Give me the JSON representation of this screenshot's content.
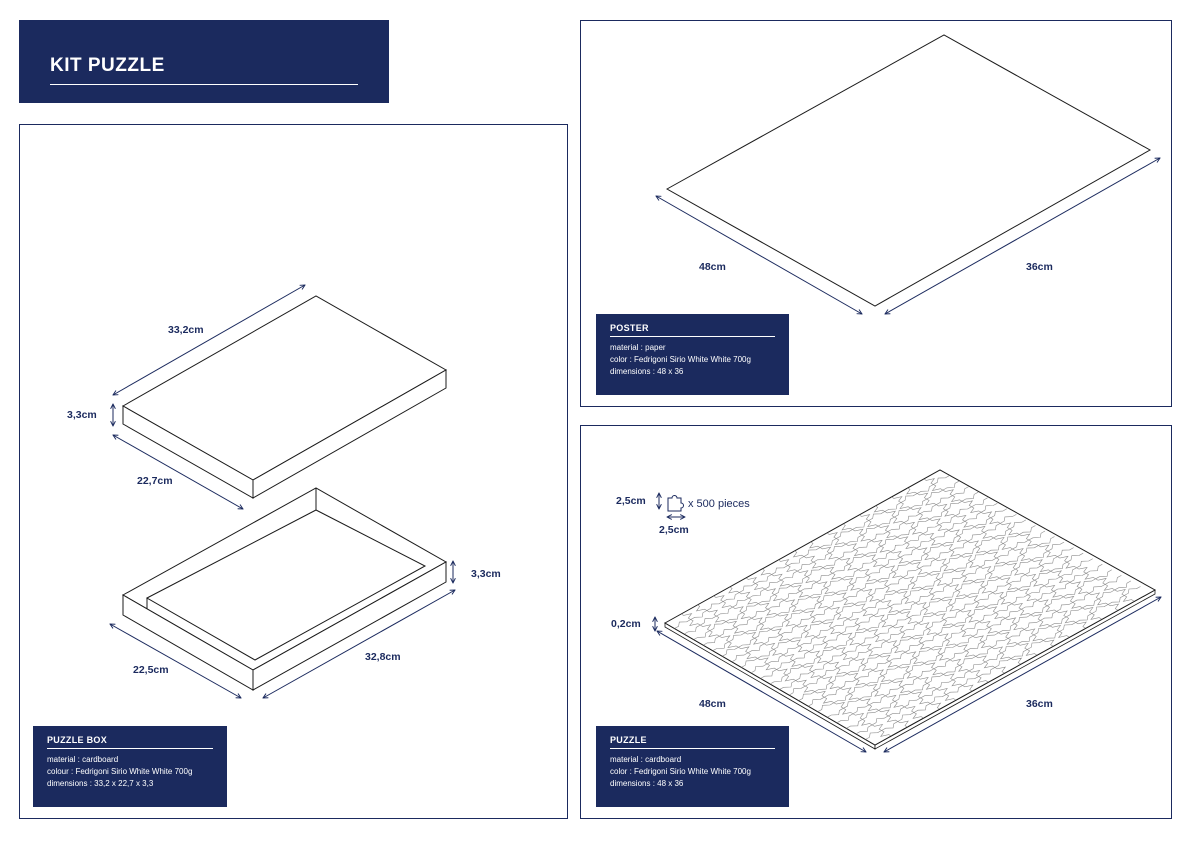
{
  "header": {
    "title": "KIT PUZZLE"
  },
  "box_panel": {
    "lid": {
      "length": "33,2cm",
      "height": "3,3cm",
      "width": "22,7cm"
    },
    "base": {
      "height": "3,3cm",
      "width": "22,5cm",
      "length": "32,8cm"
    },
    "info": {
      "title": "PUZZLE BOX",
      "lines": [
        "material : cardboard",
        "colour : Fedrigoni Sirio White White 700g",
        "dimensions : 33,2 x 22,7 x 3,3"
      ]
    }
  },
  "poster_panel": {
    "width_label": "48cm",
    "length_label": "36cm",
    "info": {
      "title": "POSTER",
      "lines": [
        "material : paper",
        "color : Fedrigoni Sirio White White 700g",
        "dimensions : 48 x 36"
      ]
    }
  },
  "puzzle_panel": {
    "piece_height": "2,5cm",
    "piece_width": "2,5cm",
    "pieces_count": "x 500 pieces",
    "thickness": "0,2cm",
    "width_label": "48cm",
    "length_label": "36cm",
    "info": {
      "title": "PUZZLE",
      "lines": [
        "material : cardboard",
        "color : Fedrigoni Sirio White White 700g",
        "dimensions : 48 x 36"
      ]
    }
  },
  "colors": {
    "navy": "#1b2a5e",
    "line": "#1b1b1b"
  }
}
